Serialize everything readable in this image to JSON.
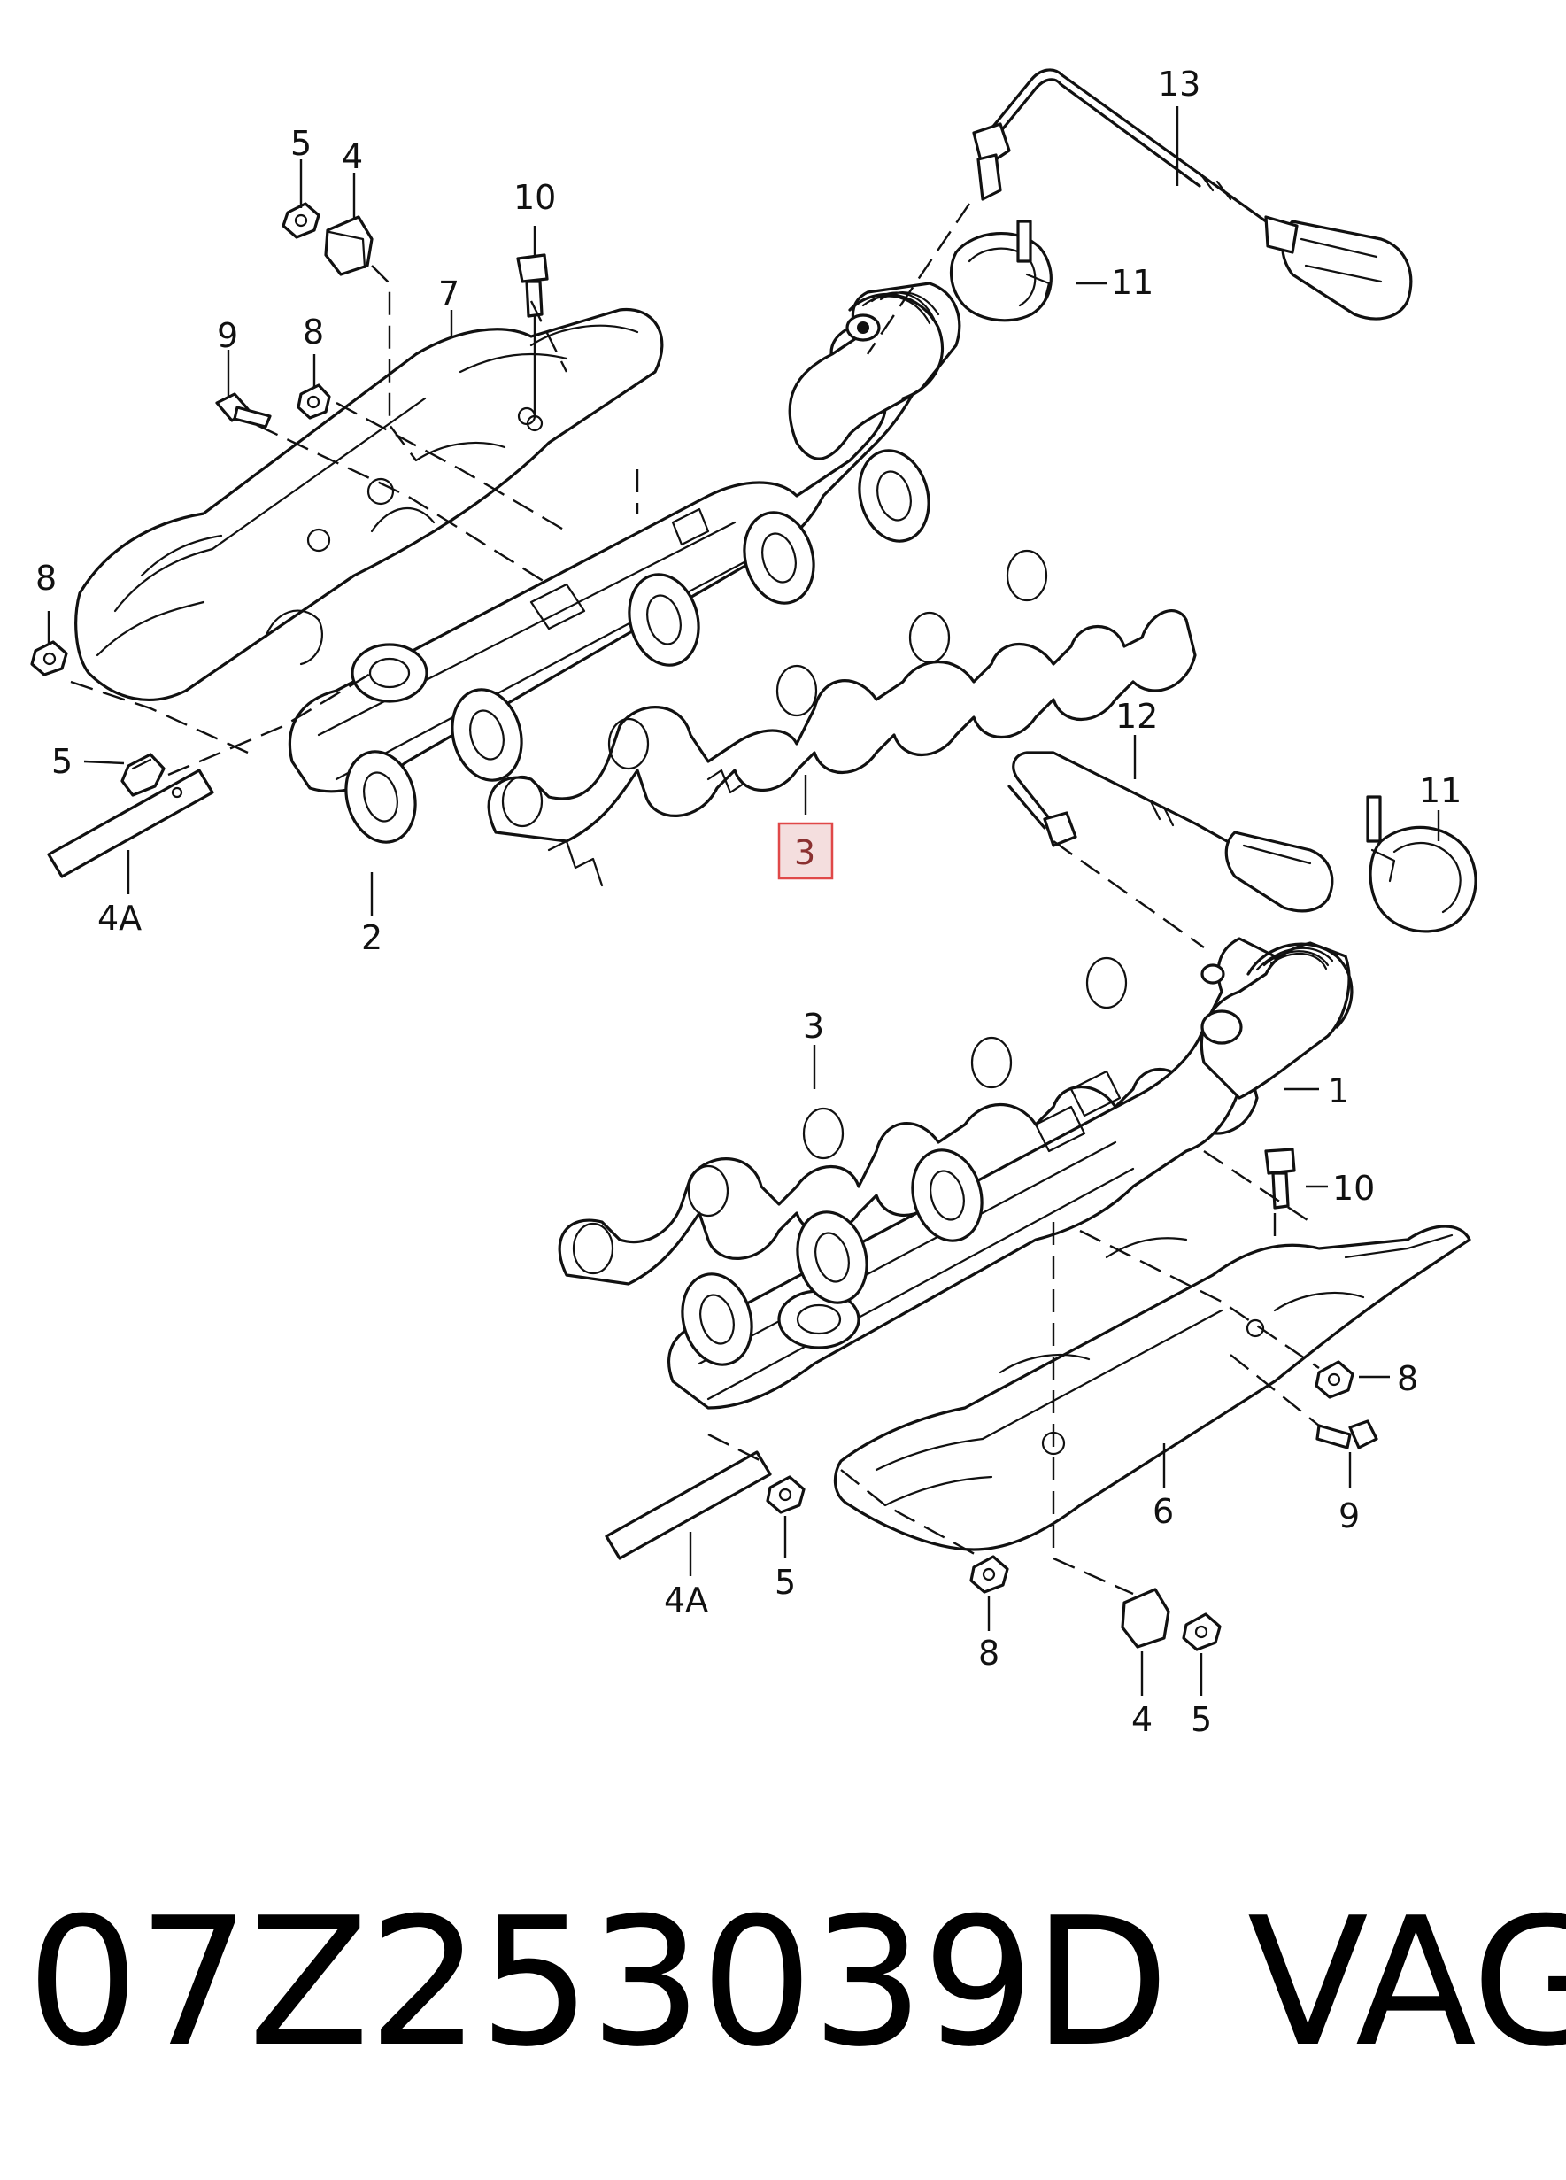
{
  "callouts_top": {
    "c13": "13",
    "c5a": "5",
    "c4a": "4",
    "c10": "10",
    "c11": "11",
    "c7": "7",
    "c9": "9",
    "c8a": "8",
    "c8b": "8",
    "c5b": "5",
    "c4A": "4A",
    "c2": "2",
    "c3": "3"
  },
  "callouts_bottom": {
    "c12": "12",
    "c11": "11",
    "c3": "3",
    "c1": "1",
    "c10": "10",
    "c8a": "8",
    "c9": "9",
    "c6": "6",
    "c4A": "4A",
    "c5a": "5",
    "c8b": "8",
    "c4": "4",
    "c5b": "5"
  },
  "highlight_color": "#e04848",
  "caption": {
    "part_number": "07Z253039D",
    "brand": "VAG"
  }
}
